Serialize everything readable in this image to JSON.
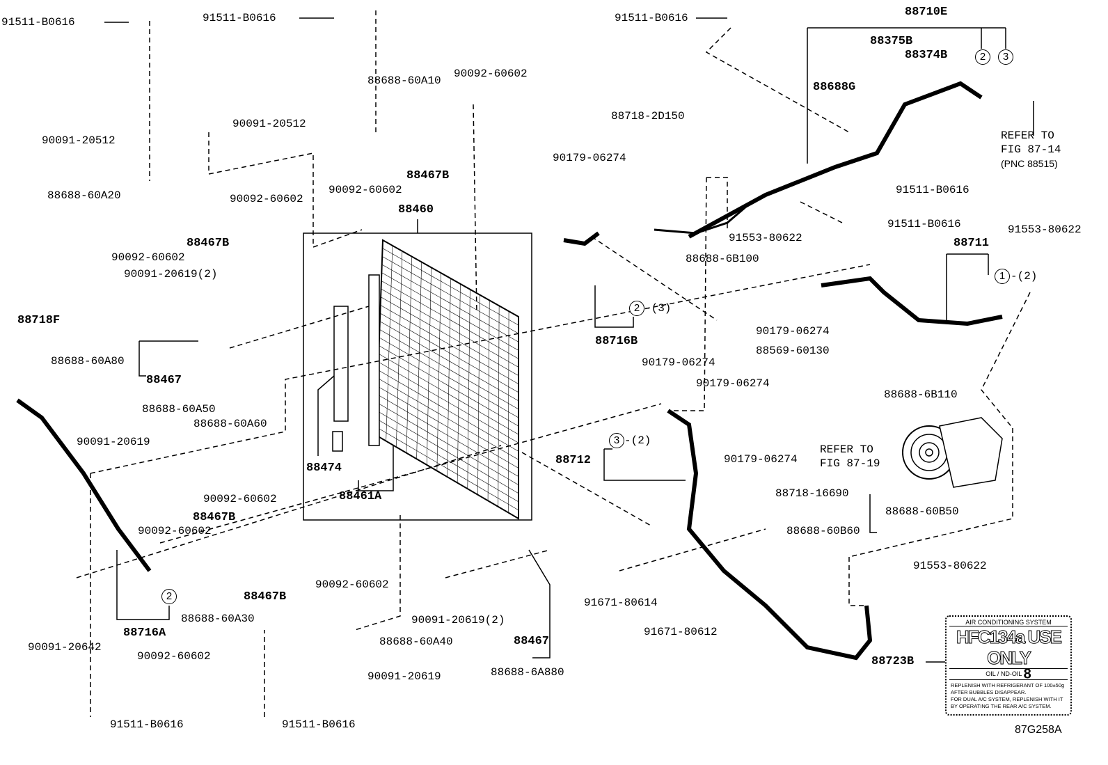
{
  "diagram_code": "87G258A",
  "labels": [
    "91511-B0616",
    "91511-B0616",
    "91511-B0616",
    "88710E",
    "88375B",
    "88374B",
    "88688-60A10",
    "90092-60602",
    "88688G",
    "REFER TO",
    "FIG 87-14",
    "(PNC 88515)",
    "88718-2D150",
    "90091-20512",
    "90091-20512",
    "90179-06274",
    "88467B",
    "90092-60602",
    "88688-60A20",
    "90092-60602",
    "91511-B0616",
    "88460",
    "91511-B0616",
    "91553-80622",
    "91553-80622",
    "88467B",
    "88711",
    "90092-60602",
    "88688-6B100",
    "90091-20619(2)",
    "88718F",
    "88716B",
    "90179-06274",
    "88688-60A80",
    "88569-60130",
    "90179-06274",
    "88467",
    "90179-06274",
    "88688-6B110",
    "88688-60A50",
    "88688-60A60",
    "90091-20619",
    "REFER TO",
    "FIG 87-19",
    "90179-06274",
    "88712",
    "88474",
    "88461A",
    "90092-60602",
    "88467B",
    "88718-16690",
    "88688-60B50",
    "90092-60602",
    "88688-60B60",
    "91553-80622",
    "88467B",
    "90092-60602",
    "91671-80614",
    "90091-20619(2)",
    "88688-60A30",
    "88716A",
    "91671-80612",
    "88688-60A40",
    "88467",
    "90091-20642",
    "90092-60602",
    "88723B",
    "88688-6A880",
    "90091-20619",
    "91511-B0616",
    "91511-B0616",
    "-(2)",
    "-(3)",
    "-(2)"
  ],
  "circled_refs": [
    "2",
    "3",
    "1",
    "2",
    "3",
    "2"
  ],
  "decal": {
    "header": "AIR CONDITIONING SYSTEM",
    "title": "HFC134a USE ONLY",
    "oil_label": "OIL",
    "oil_type_label": "ND-OIL",
    "oil_number": "8",
    "note1": "REPLENISH WITH REFRIGERANT OF 100±50g",
    "note2": "AFTER BUBBLES DISAPPEAR.",
    "note3": "FOR DUAL A/C SYSTEM, REPLENISH WITH IT",
    "note4": "BY OPERATING THE REAR A/C SYSTEM."
  }
}
